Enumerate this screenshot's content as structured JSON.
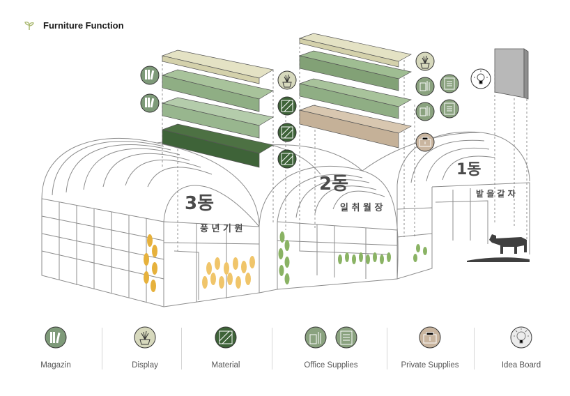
{
  "header": {
    "title": "Furniture Function",
    "icon": "sprout-icon"
  },
  "colors": {
    "magazin": "#7e9a79",
    "display": "#d7d9bd",
    "material": "#3e6338",
    "office": "#8aa27f",
    "private": "#c9b59f",
    "idea": "#e9e9e9",
    "wheat": "#e6b13c",
    "sprout": "#8ab364"
  },
  "buildings": [
    {
      "number": "3동",
      "label": "풍 년 기 원"
    },
    {
      "number": "2동",
      "label": "일 취 월 장"
    },
    {
      "number": "1동",
      "label": "밭 을 갈 자"
    }
  ],
  "legend": [
    {
      "label": "Magazin",
      "icons": [
        "magazine-icon"
      ]
    },
    {
      "label": "Display",
      "icons": [
        "plant-display-icon"
      ]
    },
    {
      "label": "Material",
      "icons": [
        "material-icon"
      ]
    },
    {
      "label": "Office Supplies",
      "icons": [
        "stationery-icon",
        "document-icon"
      ]
    },
    {
      "label": "Private Supplies",
      "icons": [
        "private-supplies-icon"
      ]
    },
    {
      "label": "Idea Board",
      "icons": [
        "lightbulb-icon"
      ]
    }
  ]
}
